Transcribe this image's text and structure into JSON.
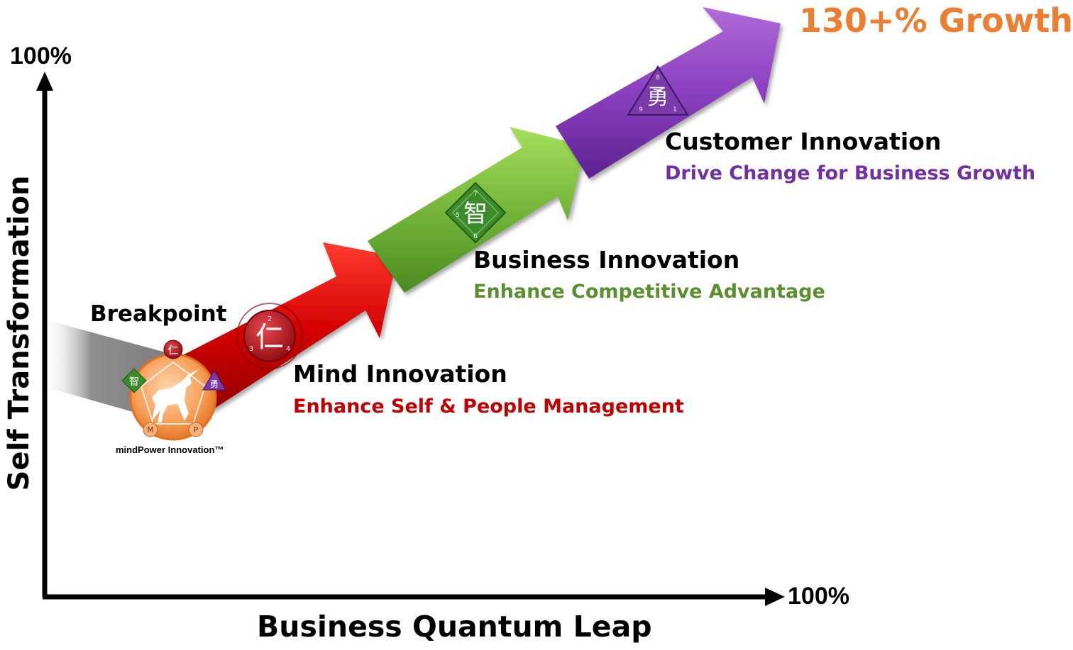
{
  "headline": "130+% Growth",
  "y_axis": {
    "label": "Self Transformation",
    "max_label": "100%"
  },
  "x_axis": {
    "label": "Business Quantum Leap",
    "max_label": "100%"
  },
  "breakpoint": {
    "label": "Breakpoint",
    "logo_caption": "mindPower Innovation™",
    "logo_badges": {
      "top": "仁",
      "left": "智",
      "right": "勇",
      "bottom_left": "M",
      "bottom_right": "P"
    }
  },
  "steps": [
    {
      "title": "Mind Innovation",
      "subtitle": "Enhance Self & People Management",
      "glyph": "仁",
      "numbers": [
        "2",
        "3",
        "4"
      ]
    },
    {
      "title": "Business Innovation",
      "subtitle": "Enhance Competitive Advantage",
      "glyph": "智",
      "numbers": [
        "7",
        "5",
        "6"
      ]
    },
    {
      "title": "Customer Innovation",
      "subtitle": "Drive Change for Business Growth",
      "glyph": "勇",
      "numbers": [
        "8",
        "9",
        "1"
      ]
    }
  ],
  "colors": {
    "headline": "#ed7d31",
    "mind": "#c00000",
    "business": "#5b8f2e",
    "customer": "#7030a0",
    "axis": "#000000",
    "pre_breakpoint": "#8a8a8a",
    "logo": "#f0883a"
  }
}
